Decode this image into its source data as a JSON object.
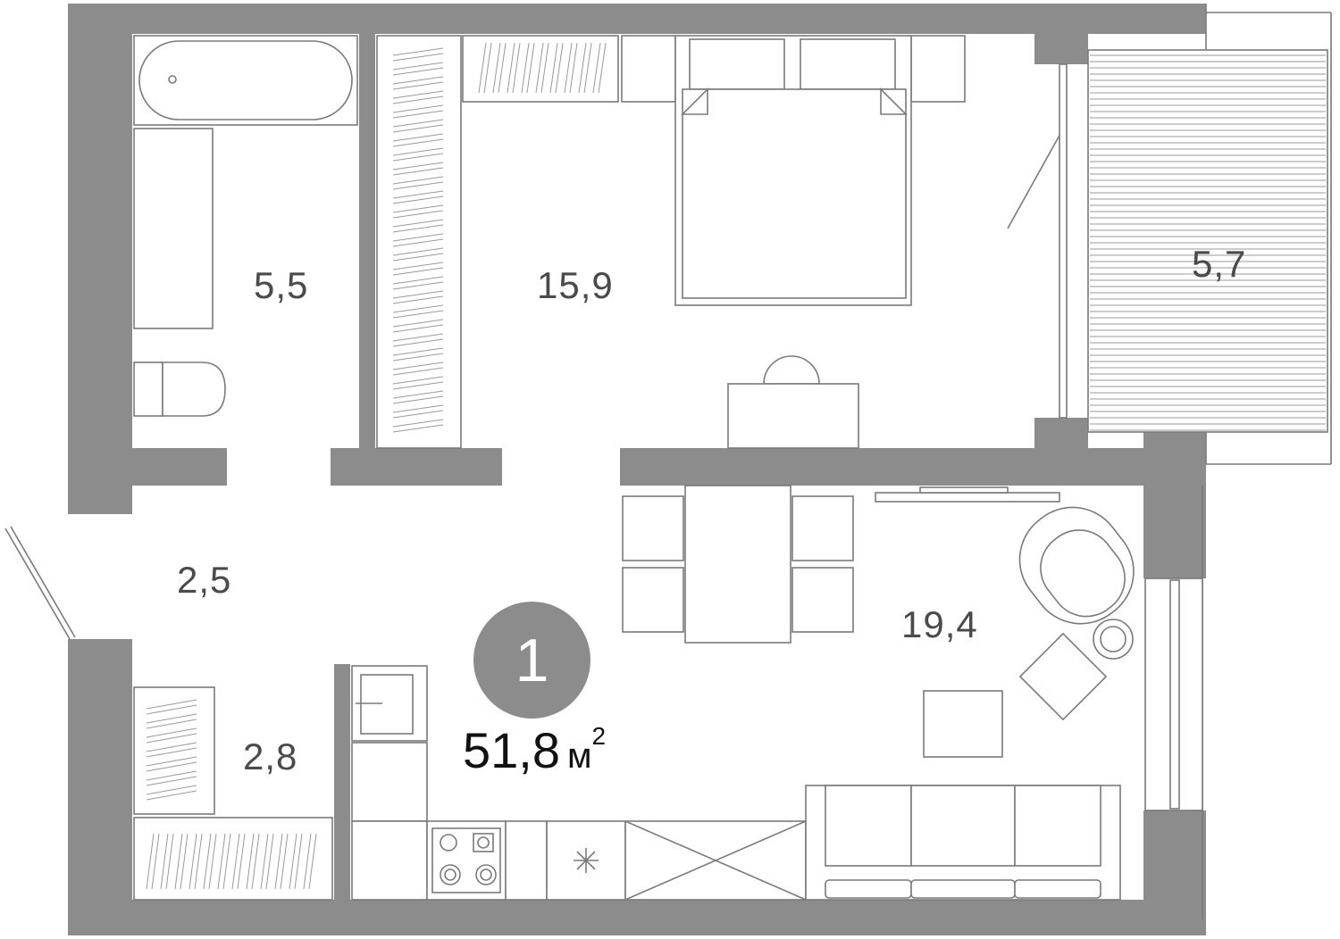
{
  "plan": {
    "apartment_number": "1",
    "total_area": {
      "value": "51,8",
      "unit": "м",
      "exponent": "2"
    },
    "rooms": {
      "bathroom": "5,5",
      "bedroom": "15,9",
      "balcony": "5,7",
      "hall": "2,5",
      "storage": "2,8",
      "living_kitchen": "19,4"
    }
  },
  "colors": {
    "wall": "#8c8c8c",
    "furniture_line": "#7a7a7a",
    "background": "#ffffff",
    "badge_text": "#ffffff",
    "total_text": "#111111",
    "room_text": "#4a4a4a"
  }
}
